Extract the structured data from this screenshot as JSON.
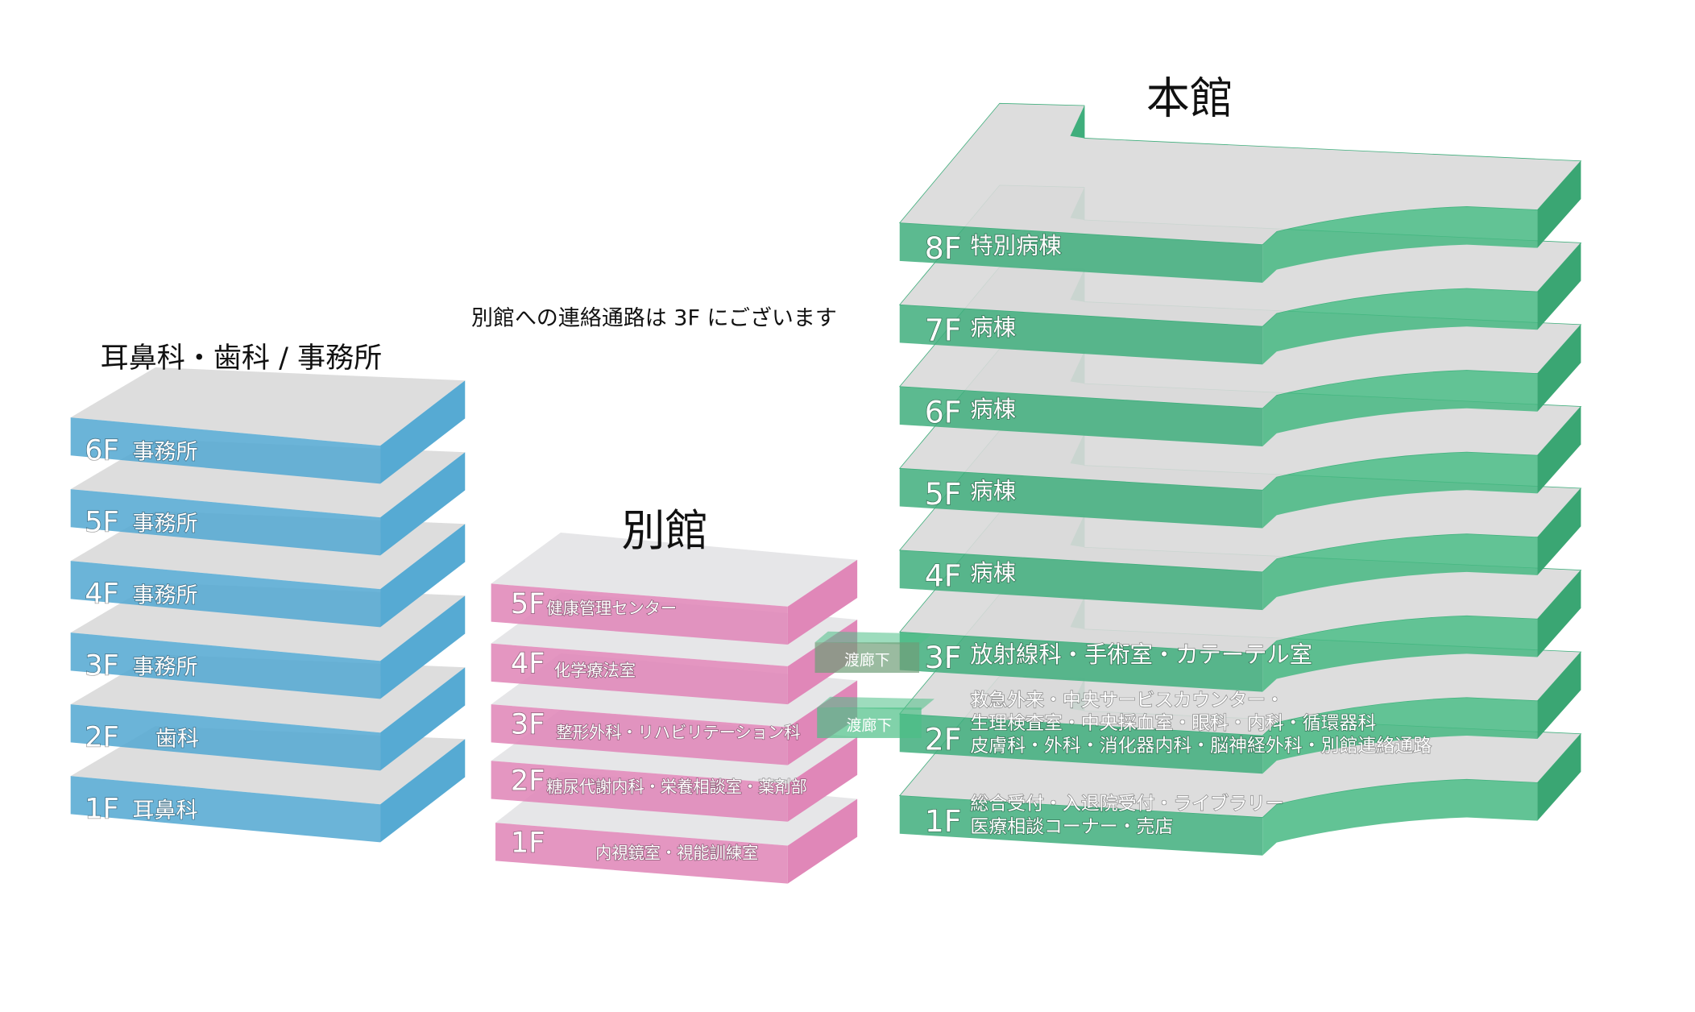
{
  "colors": {
    "main_building": "#3fae7c",
    "annex": "#e087b8",
    "west_building": "#56aad3",
    "floor_top": "#d9d9d9",
    "corridor": "#4cbf86"
  },
  "notice": "別館への連絡通路は 3F にございます",
  "west_building": {
    "title": "耳鼻科・歯科 / 事務所",
    "floors": [
      {
        "floor": "6F",
        "name": "事務所"
      },
      {
        "floor": "5F",
        "name": "事務所"
      },
      {
        "floor": "4F",
        "name": "事務所"
      },
      {
        "floor": "3F",
        "name": "事務所"
      },
      {
        "floor": "2F",
        "name": "歯科"
      },
      {
        "floor": "1F",
        "name": "耳鼻科"
      }
    ]
  },
  "annex": {
    "title": "別館",
    "floors": [
      {
        "floor": "5F",
        "name": "健康管理センター"
      },
      {
        "floor": "4F",
        "name": "化学療法室"
      },
      {
        "floor": "3F",
        "name": "整形外科・リハビリテーション科"
      },
      {
        "floor": "2F",
        "name": "糖尿代謝内科・栄養相談室・薬剤部"
      },
      {
        "floor": "1F",
        "name": "内視鏡室・視能訓練室"
      }
    ]
  },
  "corridors": [
    {
      "label": "渡廊下",
      "floor": "3F"
    },
    {
      "label": "渡廊下",
      "floor": "2F"
    }
  ],
  "main_building": {
    "title": "本館",
    "floors": [
      {
        "floor": "8F",
        "lines": [
          "特別病棟"
        ]
      },
      {
        "floor": "7F",
        "lines": [
          "病棟"
        ]
      },
      {
        "floor": "6F",
        "lines": [
          "病棟"
        ]
      },
      {
        "floor": "5F",
        "lines": [
          "病棟"
        ]
      },
      {
        "floor": "4F",
        "lines": [
          "病棟"
        ]
      },
      {
        "floor": "3F",
        "lines": [
          "放射線科・手術室・カテーテル室"
        ]
      },
      {
        "floor": "2F",
        "lines": [
          "救急外来・中央サービスカウンター・",
          "生理検査室・中央採血室・眼科・内科・循環器科",
          "皮膚科・外科・消化器内科・脳神経外科・別館連絡通路"
        ]
      },
      {
        "floor": "1F",
        "lines": [
          "総合受付・入退院受付・ライブラリー",
          "医療相談コーナー・売店"
        ]
      }
    ]
  }
}
